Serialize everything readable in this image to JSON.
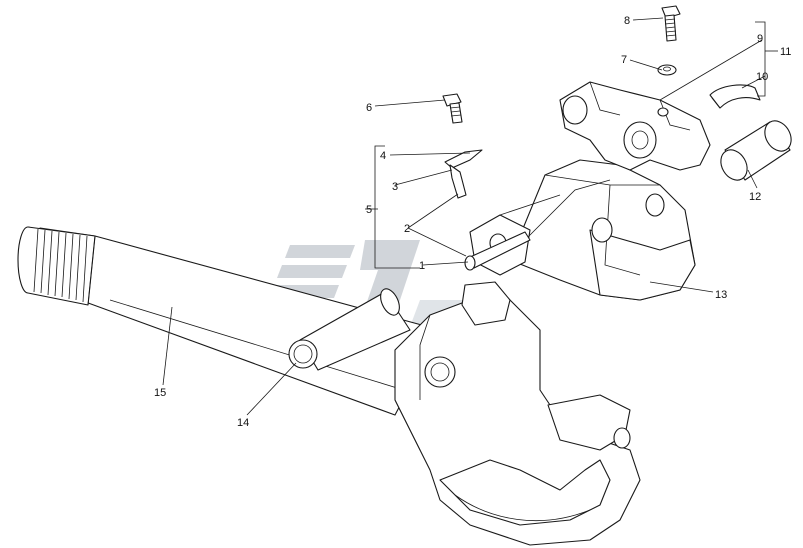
{
  "diagram": {
    "callouts": [
      {
        "id": "c1",
        "label": "1"
      },
      {
        "id": "c2",
        "label": "2"
      },
      {
        "id": "c3",
        "label": "3"
      },
      {
        "id": "c4",
        "label": "4"
      },
      {
        "id": "c5",
        "label": "5"
      },
      {
        "id": "c6",
        "label": "6"
      },
      {
        "id": "c7",
        "label": "7"
      },
      {
        "id": "c8",
        "label": "8"
      },
      {
        "id": "c9",
        "label": "9"
      },
      {
        "id": "c10",
        "label": "10"
      },
      {
        "id": "c11",
        "label": "11"
      },
      {
        "id": "c12",
        "label": "12"
      },
      {
        "id": "c13",
        "label": "13"
      },
      {
        "id": "c14",
        "label": "14"
      },
      {
        "id": "c15",
        "label": "15"
      }
    ]
  },
  "colors": {
    "line": "#1a1a1a",
    "watermark": "#c9ced3",
    "background": "#ffffff"
  }
}
